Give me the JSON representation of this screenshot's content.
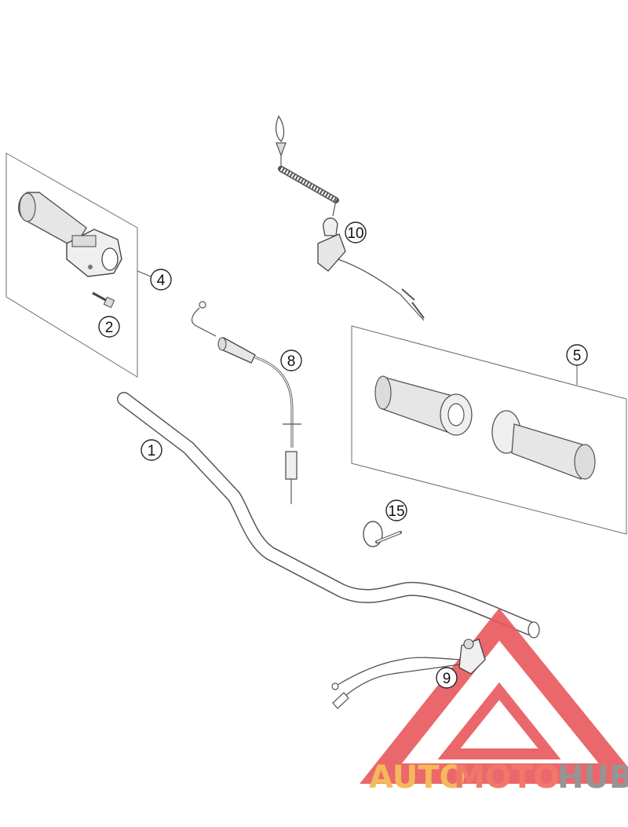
{
  "diagram": {
    "callouts": [
      {
        "id": "c1",
        "label": "1"
      },
      {
        "id": "c2",
        "label": "2"
      },
      {
        "id": "c4",
        "label": "4"
      },
      {
        "id": "c5",
        "label": "5"
      },
      {
        "id": "c8",
        "label": "8"
      },
      {
        "id": "c9",
        "label": "9"
      },
      {
        "id": "c10",
        "label": "10"
      },
      {
        "id": "c15",
        "label": "15"
      }
    ]
  },
  "watermark": {
    "part1": "AUTO",
    "part2": "MOTO",
    "part3": "HUB",
    "colors": {
      "triangle": "#e8585c",
      "part1": "#f4b24a",
      "part2": "#ef6a5c",
      "part3": "#8a8a8a"
    }
  },
  "colors": {
    "line": "#555555",
    "panel": "#ececec",
    "stroke": "#6b6b6b"
  }
}
